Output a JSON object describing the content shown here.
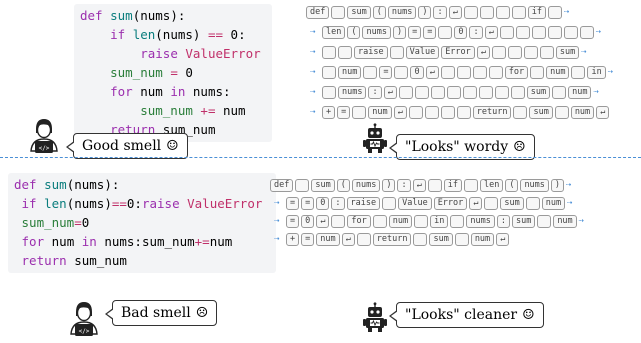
{
  "top": {
    "code_lines": [
      [
        {
          "t": "def ",
          "c": "kw"
        },
        {
          "t": "sum",
          "c": "nm"
        },
        {
          "t": "(nums):",
          "c": ""
        }
      ],
      [
        {
          "t": "    ",
          "c": ""
        },
        {
          "t": "if ",
          "c": "kw"
        },
        {
          "t": "len",
          "c": "nm"
        },
        {
          "t": "(nums) ",
          "c": ""
        },
        {
          "t": "==",
          "c": "op"
        },
        {
          "t": " 0:",
          "c": ""
        }
      ],
      [
        {
          "t": "        ",
          "c": ""
        },
        {
          "t": "raise ",
          "c": "kw"
        },
        {
          "t": "ValueError",
          "c": "ex"
        }
      ],
      [
        {
          "t": "    sum_num ",
          "c": "id"
        },
        {
          "t": "=",
          "c": "op"
        },
        {
          "t": " 0",
          "c": ""
        }
      ],
      [
        {
          "t": "    ",
          "c": ""
        },
        {
          "t": "for ",
          "c": "kw"
        },
        {
          "t": "num ",
          "c": ""
        },
        {
          "t": "in ",
          "c": "kw"
        },
        {
          "t": "nums:",
          "c": ""
        }
      ],
      [
        {
          "t": "        sum_num ",
          "c": "id"
        },
        {
          "t": "+=",
          "c": "op"
        },
        {
          "t": " num",
          "c": ""
        }
      ],
      [
        {
          "t": "    ",
          "c": ""
        },
        {
          "t": "return ",
          "c": "kw"
        },
        {
          "t": "sum_num",
          "c": ""
        }
      ]
    ],
    "token_rows": [
      {
        "wrap_in": false,
        "tokens": [
          "def",
          "_",
          "sum",
          "(",
          "nums",
          ")",
          ":",
          "↵",
          "_",
          "_",
          "_",
          "_",
          "if",
          "_"
        ],
        "wrap_out": true
      },
      {
        "wrap_in": true,
        "tokens": [
          "len",
          "(",
          "nums",
          ")",
          "=",
          "=",
          "_",
          "0",
          ":",
          "↵",
          "_",
          "_",
          "_",
          "_",
          "_",
          "_"
        ],
        "wrap_out": true
      },
      {
        "wrap_in": true,
        "tokens": [
          "_",
          "_",
          "raise",
          "_",
          "Value",
          "Error",
          "↵",
          "_",
          "_",
          "_",
          "_",
          "sum"
        ],
        "wrap_out": true
      },
      {
        "wrap_in": true,
        "tokens": [
          "_",
          "num",
          "_",
          "=",
          "_",
          "0",
          "↵",
          "_",
          "_",
          "_",
          "_",
          "for",
          "_",
          "num",
          "_",
          "in"
        ],
        "wrap_out": true
      },
      {
        "wrap_in": true,
        "tokens": [
          "_",
          "nums",
          ":",
          "↵",
          "_",
          "_",
          "_",
          "_",
          "_",
          "_",
          "_",
          "_",
          "sum",
          "_",
          "num"
        ],
        "wrap_out": true
      },
      {
        "wrap_in": true,
        "tokens": [
          "+",
          "=",
          "_",
          "num",
          "↵",
          "_",
          "_",
          "_",
          "_",
          "return",
          "_",
          "sum",
          "_",
          "num",
          "↵"
        ],
        "wrap_out": false
      }
    ],
    "human_bubble": {
      "text": "Good smell",
      "face": "☺"
    },
    "robot_bubble": {
      "text": "\"Looks\" wordy",
      "face": "☹"
    }
  },
  "bottom": {
    "code_lines": [
      [
        {
          "t": "def ",
          "c": "kw"
        },
        {
          "t": "sum",
          "c": "nm"
        },
        {
          "t": "(nums):",
          "c": ""
        }
      ],
      [
        {
          "t": " ",
          "c": ""
        },
        {
          "t": "if ",
          "c": "kw"
        },
        {
          "t": "len",
          "c": "nm"
        },
        {
          "t": "(nums)",
          "c": ""
        },
        {
          "t": "==",
          "c": "op"
        },
        {
          "t": "0:",
          "c": ""
        },
        {
          "t": "raise ",
          "c": "kw"
        },
        {
          "t": "ValueError",
          "c": "ex"
        }
      ],
      [
        {
          "t": " sum_num",
          "c": "id"
        },
        {
          "t": "=",
          "c": "op"
        },
        {
          "t": "0",
          "c": ""
        }
      ],
      [
        {
          "t": " ",
          "c": ""
        },
        {
          "t": "for ",
          "c": "kw"
        },
        {
          "t": "num ",
          "c": ""
        },
        {
          "t": "in ",
          "c": "kw"
        },
        {
          "t": "nums:sum_num",
          "c": ""
        },
        {
          "t": "+=",
          "c": "op"
        },
        {
          "t": "num",
          "c": ""
        }
      ],
      [
        {
          "t": " ",
          "c": ""
        },
        {
          "t": "return ",
          "c": "kw"
        },
        {
          "t": "sum_num",
          "c": ""
        }
      ]
    ],
    "token_rows": [
      {
        "wrap_in": false,
        "tokens": [
          "def",
          "_",
          "sum",
          "(",
          "nums",
          ")",
          ":",
          "↵",
          "_",
          "if",
          "_",
          "len",
          "(",
          "nums",
          ")"
        ],
        "wrap_out": true
      },
      {
        "wrap_in": true,
        "tokens": [
          "=",
          "=",
          "0",
          ":",
          "raise",
          "_",
          "Value",
          "Error",
          "↵",
          "_",
          "sum",
          "_",
          "num"
        ],
        "wrap_out": true
      },
      {
        "wrap_in": true,
        "tokens": [
          "=",
          "0",
          "↵",
          "_",
          "for",
          "_",
          "num",
          "_",
          "in",
          "_",
          "nums",
          ":",
          "sum",
          "_",
          "num"
        ],
        "wrap_out": true
      },
      {
        "wrap_in": true,
        "tokens": [
          "+",
          "=",
          "num",
          "↵",
          "_",
          "return",
          "_",
          "sum",
          "_",
          "num",
          "↵"
        ],
        "wrap_out": false
      }
    ],
    "human_bubble": {
      "text": "Bad smell",
      "face": "☹"
    },
    "robot_bubble": {
      "text": "\"Looks\" cleaner",
      "face": "☺"
    }
  }
}
